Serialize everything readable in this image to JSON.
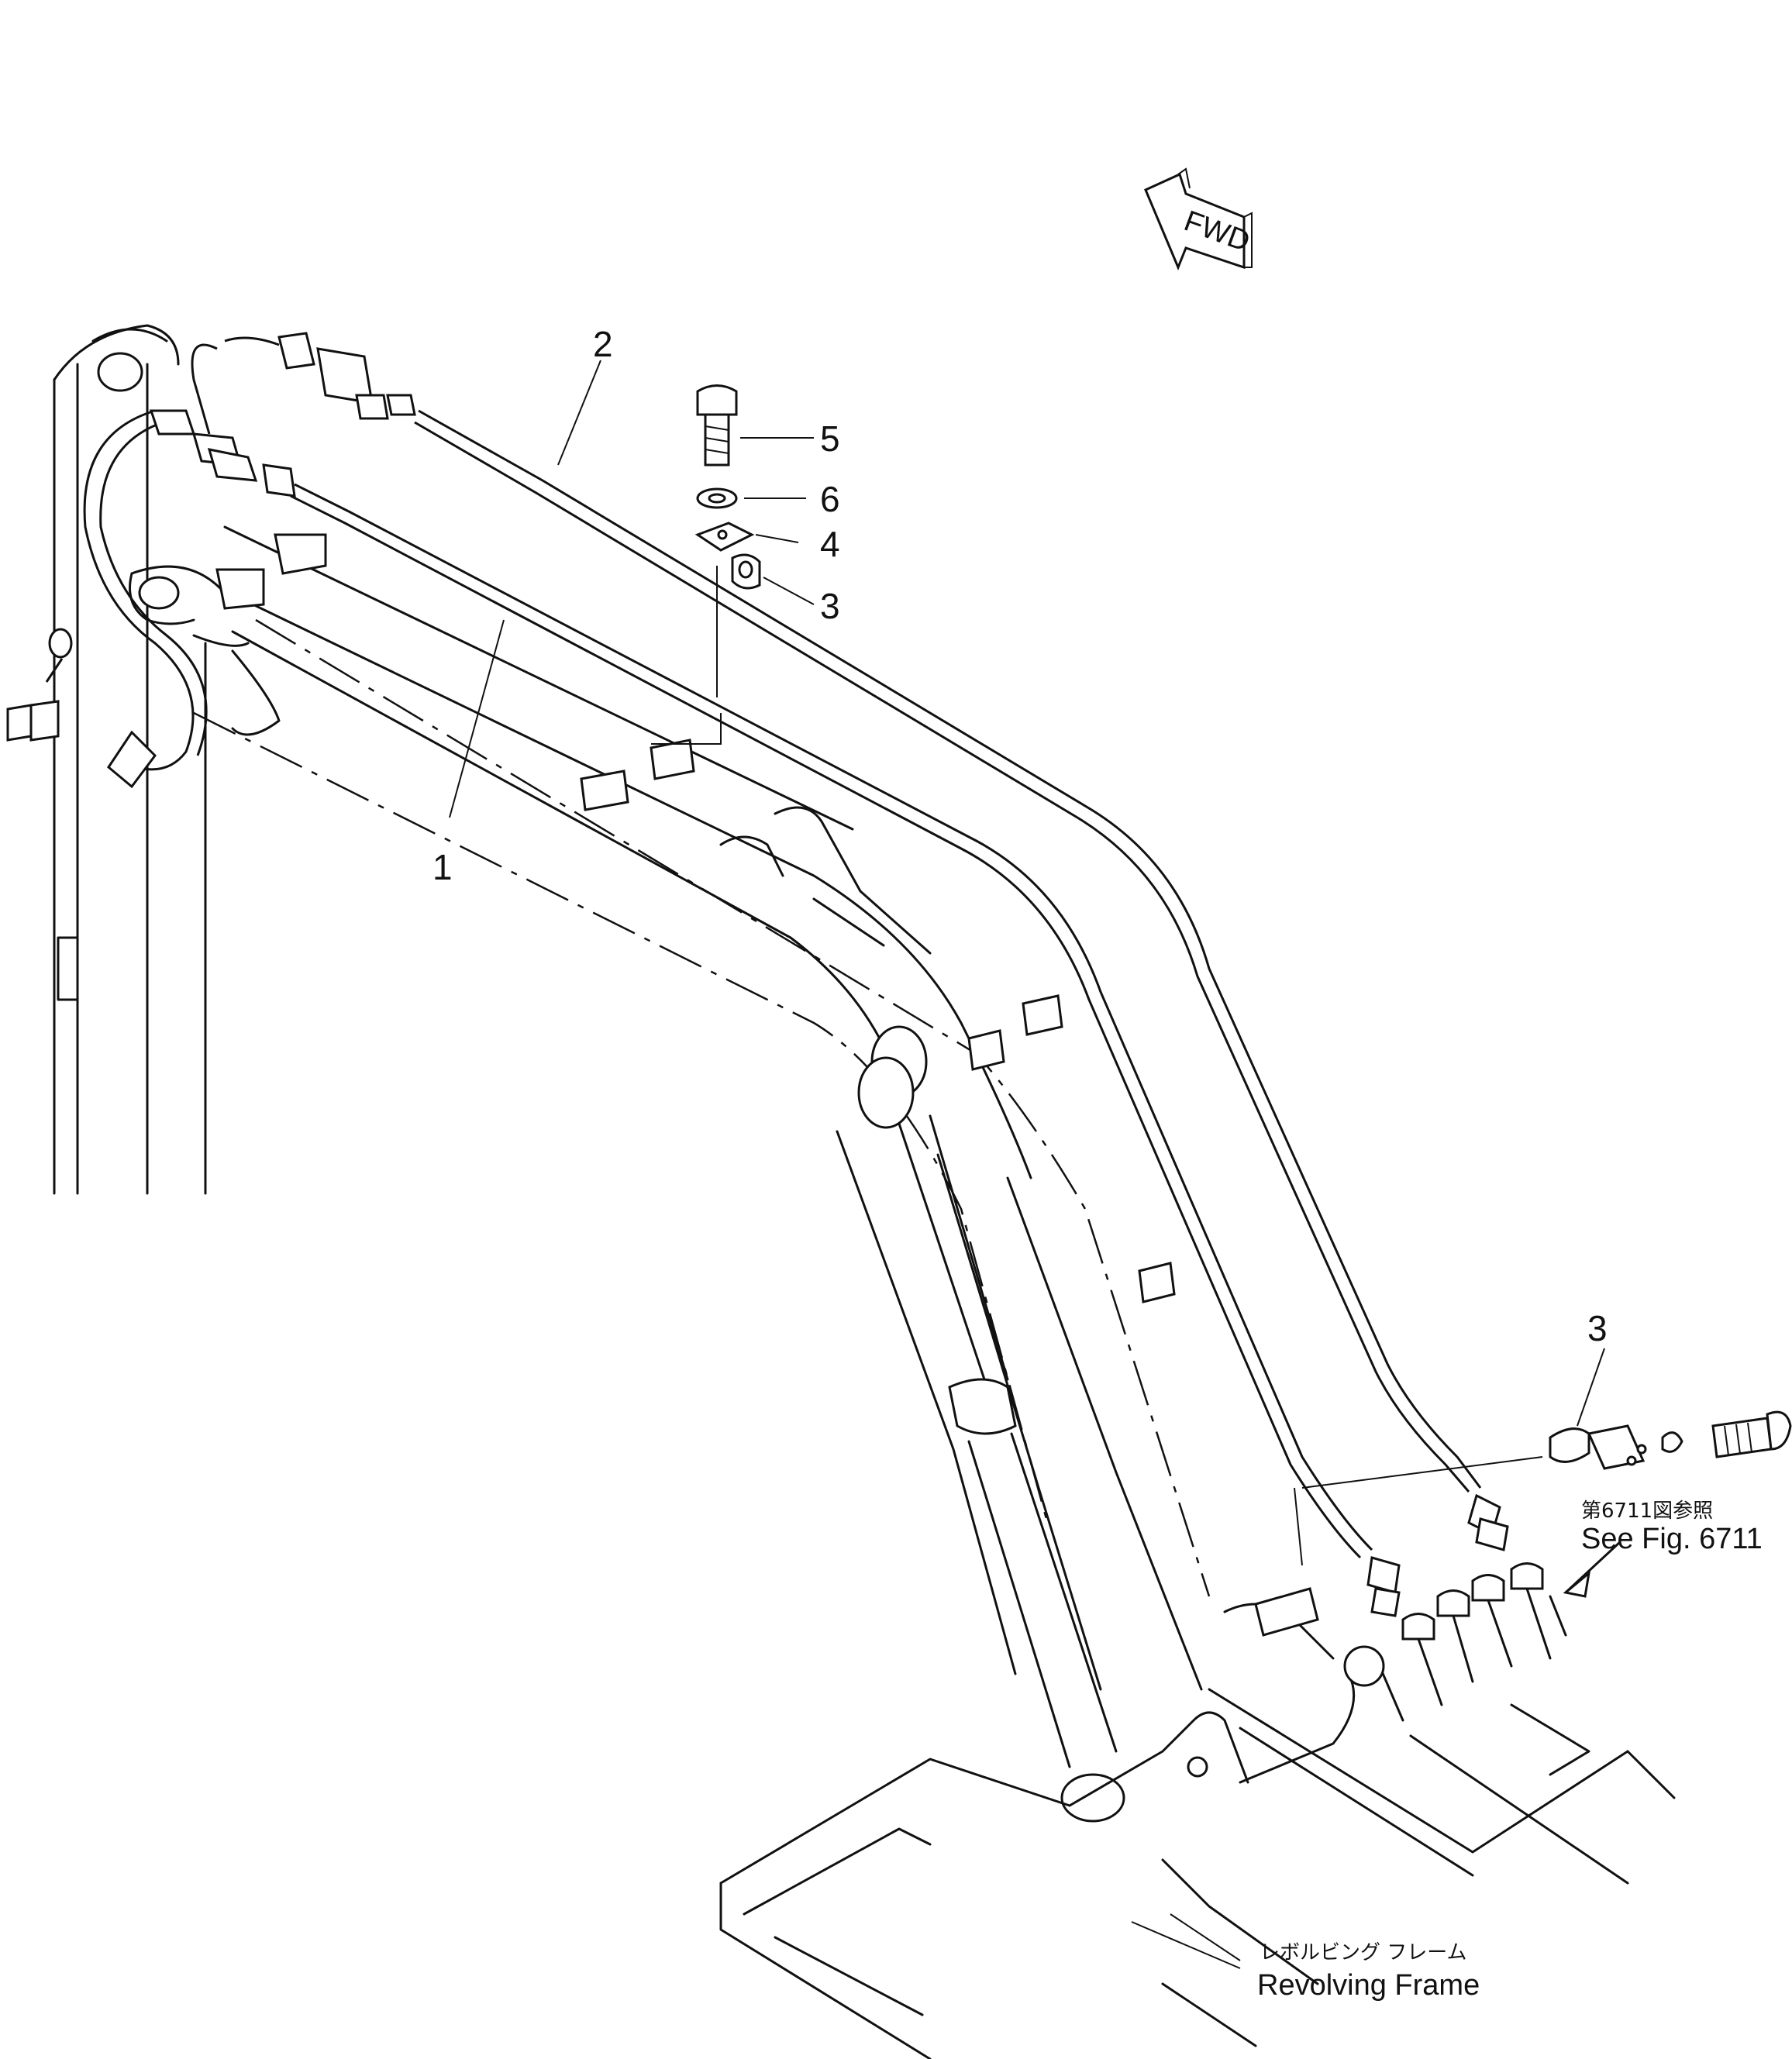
{
  "callouts": {
    "c1": "1",
    "c2": "2",
    "c3": "3",
    "c4": "4",
    "c5": "5",
    "c6": "6",
    "c3b": "3"
  },
  "direction_arrow": {
    "label": "FWD"
  },
  "reference_note": {
    "jp": "第6711図参照",
    "en": "See Fig. 6711"
  },
  "revolving_frame": {
    "jp": "レボルビング フレーム",
    "en": "Revolving Frame"
  }
}
